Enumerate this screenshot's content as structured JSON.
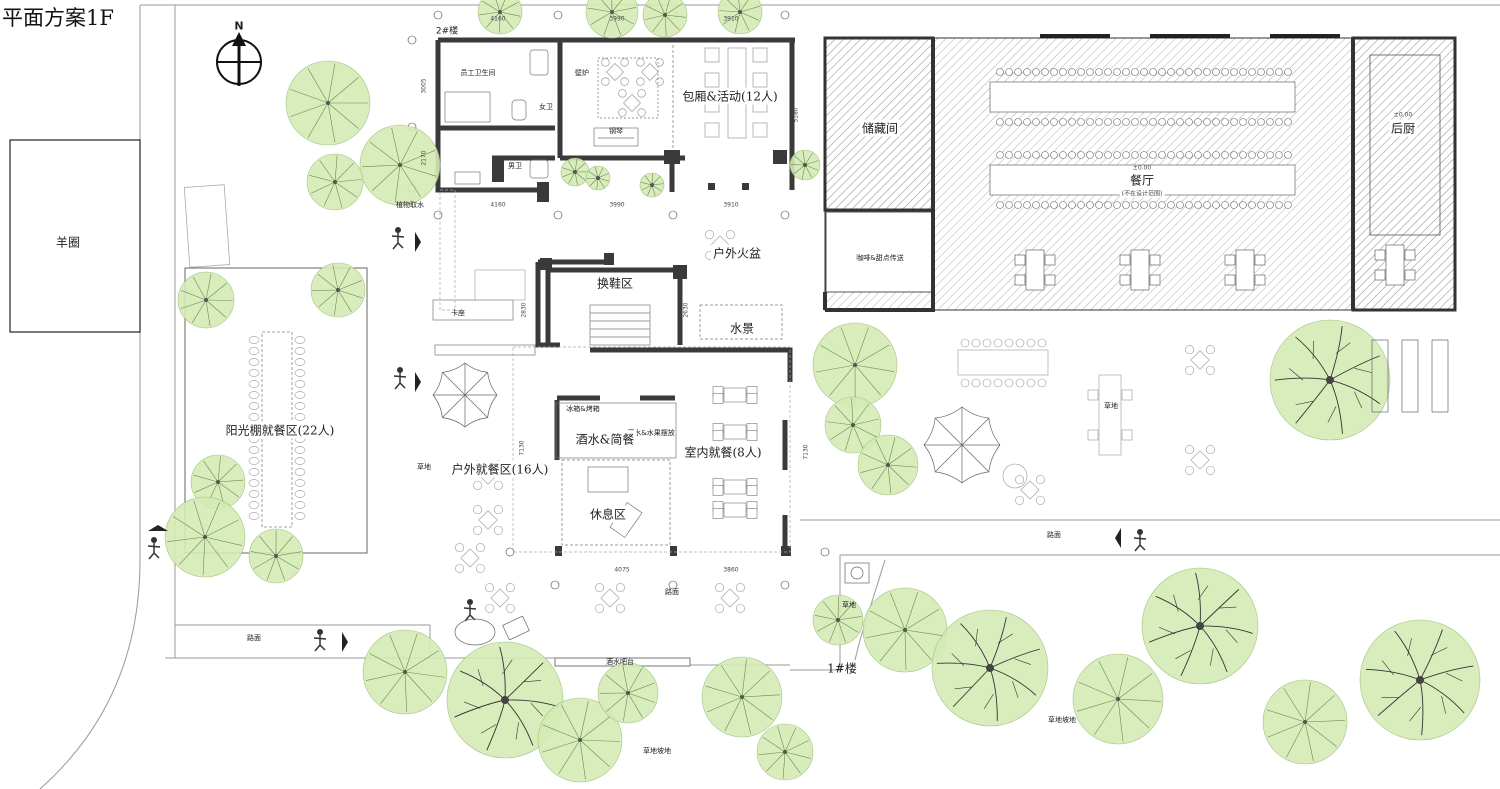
{
  "title": "平面方案1F",
  "north_label": "N",
  "labels": {
    "sheep_pen": "羊圈",
    "building2": "2#楼",
    "building1": "1#楼",
    "staff_wc": "员工卫生间",
    "women_wc": "女卫",
    "men_wc": "男卫",
    "fireplace": "壁炉",
    "piano": "钢琴",
    "private_room": "包厢&活动(12人)",
    "storage": "储藏间",
    "restaurant": "餐厅",
    "restaurant_elev": "±0.00",
    "restaurant_note": "(不在设计范围)",
    "back_kitchen": "后厨",
    "back_kitchen_elev": "±0.00",
    "coffee": "咖啡&甜点传送",
    "outdoor_fire": "户外火盆",
    "shoe_area": "换鞋区",
    "water_feature": "水景",
    "booth": "卡座",
    "sunroom": "阳光棚就餐区(22人)",
    "fridge": "冰箱&烤箱",
    "bar_rack": "酒水&水果摆放",
    "bar": "酒水&简餐",
    "indoor_dining": "室内就餐(8人)",
    "outdoor_dining": "户外就餐区(16人)",
    "rest_area": "休息区",
    "lawn": "草地",
    "road": "路面",
    "slope_lawn": "草地坡地",
    "planter": "植物取水",
    "bar_counter": "酒水吧台"
  },
  "dimensions": {
    "top1": "4160",
    "top2": "3990",
    "top3": "3910",
    "mid1": "4160",
    "mid2": "3990",
    "mid3": "3910",
    "bot1": "4075",
    "bot2": "3860",
    "side1": "3005",
    "side2": "2170",
    "side3": "5180",
    "side4": "2830",
    "side5": "2630",
    "side6": "7130",
    "side7": "7130"
  },
  "colors": {
    "tree_fill": "#d4ebb5",
    "wall": "#3a3a3a",
    "line": "#777777",
    "hatch": "#9a9a9a"
  }
}
